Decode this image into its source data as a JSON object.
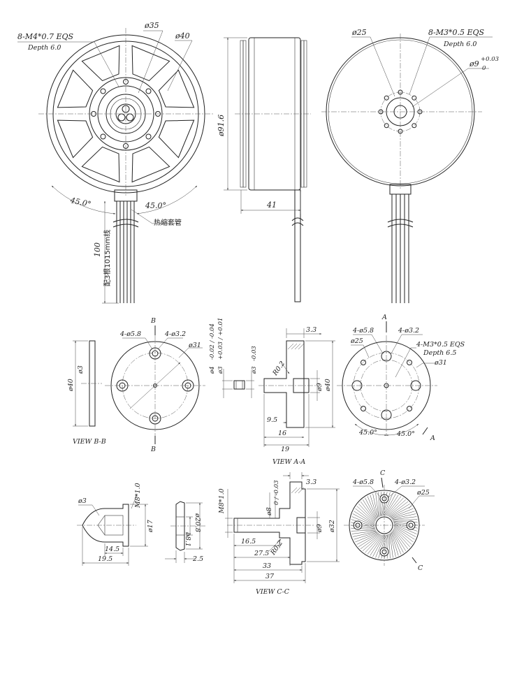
{
  "front_view": {
    "thread_callout": "8-M4*0.7 EQS",
    "thread_depth": "Depth 6.0",
    "d35": "ø35",
    "d40": "ø40",
    "angle_left": "45.0°",
    "angle_right": "45.0°",
    "heat_shrink": "热缩套管",
    "lead_length": "100",
    "lead_note": "配3根1015mm线"
  },
  "side_view": {
    "diameter": "ø91.6",
    "width": "41"
  },
  "rear_view": {
    "d25": "ø25",
    "thread_callout": "8-M3*0.5 EQS",
    "thread_depth": "Depth 6.0",
    "bore": "ø9",
    "bore_tol_upper": "+0.03",
    "bore_tol_lower": "0"
  },
  "view_bb": {
    "title": "VIEW B-B",
    "section_mark": "B",
    "holes_large": "4-ø5.8",
    "holes_small": "4-ø3.2",
    "d31": "ø31",
    "d40": "ø40",
    "d3": "ø3"
  },
  "pin": {
    "d4_label": "ø4",
    "d4_tol": "-0.02 / -0.04",
    "d3_label": "ø3",
    "d3_tol": "+0.03 / +0.01",
    "d3_fit": "ø3",
    "d3_fit_tol": "-0.03"
  },
  "view_aa": {
    "title": "VIEW A-A",
    "t33": "3.3",
    "r02": "R0.2",
    "d9": "ø9",
    "d40": "ø40",
    "l95": "9.5",
    "l16": "16",
    "l19": "19"
  },
  "view_a_face": {
    "section_mark": "A",
    "holes_large": "4-ø5.8",
    "holes_small": "4-ø3.2",
    "d25": "ø25",
    "thread_callout": "4-M3*0.5 EQS",
    "thread_depth": "Depth 6.5",
    "d31": "ø31",
    "angle_left": "45.0°",
    "angle_right": "45.0°"
  },
  "nut": {
    "d3": "ø3",
    "thread": "M8*1.0",
    "d17": "ø17",
    "l145": "14.5",
    "l195": "19.5"
  },
  "washer": {
    "d81": "ø8.1",
    "d208": "ø20.8",
    "t25": "2.5"
  },
  "view_cc": {
    "title": "VIEW C-C",
    "thread": "M8*1.0",
    "d8": "ø8",
    "d8_tol": "0 / -0.03",
    "t33": "3.3",
    "d9": "ø9",
    "d32": "ø32",
    "r02": "R0.2",
    "l165": "16.5",
    "l275": "27.5",
    "l33": "33",
    "l37": "37"
  },
  "view_c_face": {
    "section_mark": "C",
    "holes_large": "4-ø5.8",
    "holes_small": "4-ø3.2",
    "d25": "ø25"
  }
}
